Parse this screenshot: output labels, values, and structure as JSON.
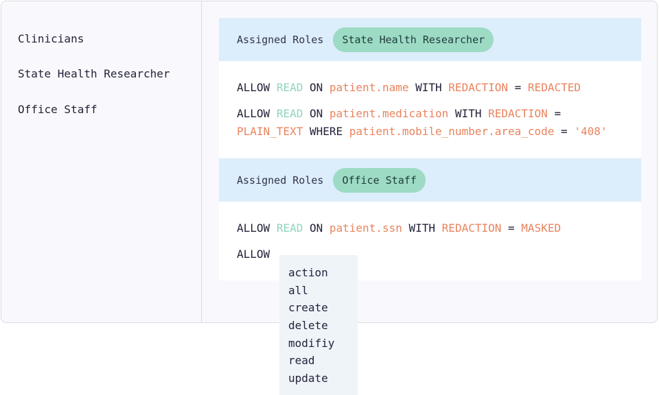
{
  "sidebar": {
    "items": [
      {
        "label": "Clinicians"
      },
      {
        "label": "State Health Researcher"
      },
      {
        "label": "Office Staff"
      }
    ]
  },
  "policies": [
    {
      "assigned_roles_label": "Assigned Roles",
      "role": "State Health Researcher",
      "rules": [
        {
          "allow": "ALLOW",
          "action": "READ",
          "on": "ON",
          "field": "patient.name",
          "with": "WITH",
          "redaction": "REDACTION",
          "eq": "=",
          "value": "REDACTED"
        },
        {
          "allow": "ALLOW",
          "action": "READ",
          "on": "ON",
          "field": "patient.medication",
          "with": "WITH",
          "redaction": "REDACTION",
          "eq": "=",
          "value": "PLAIN_TEXT",
          "where": "WHERE",
          "where_field": "patient.mobile_number.area_code",
          "where_eq": "=",
          "where_value": "'408'"
        }
      ]
    },
    {
      "assigned_roles_label": "Assigned Roles",
      "role": "Office Staff",
      "rules": [
        {
          "allow": "ALLOW",
          "action": "READ",
          "on": "ON",
          "field": "patient.ssn",
          "with": "WITH",
          "redaction": "REDACTION",
          "eq": "=",
          "value": "MASKED"
        }
      ],
      "draft_rule": {
        "allow": "ALLOW"
      }
    }
  ],
  "action_dropdown": {
    "options": [
      "action",
      "all",
      "create",
      "delete",
      "modifiy",
      "read",
      "update"
    ]
  },
  "colors": {
    "roles_header_bg": "#dcedfb",
    "role_chip_bg": "#9ddbc4",
    "action_keyword": "#8fd4bf",
    "identifier": "#e9835e",
    "text": "#23233a"
  }
}
